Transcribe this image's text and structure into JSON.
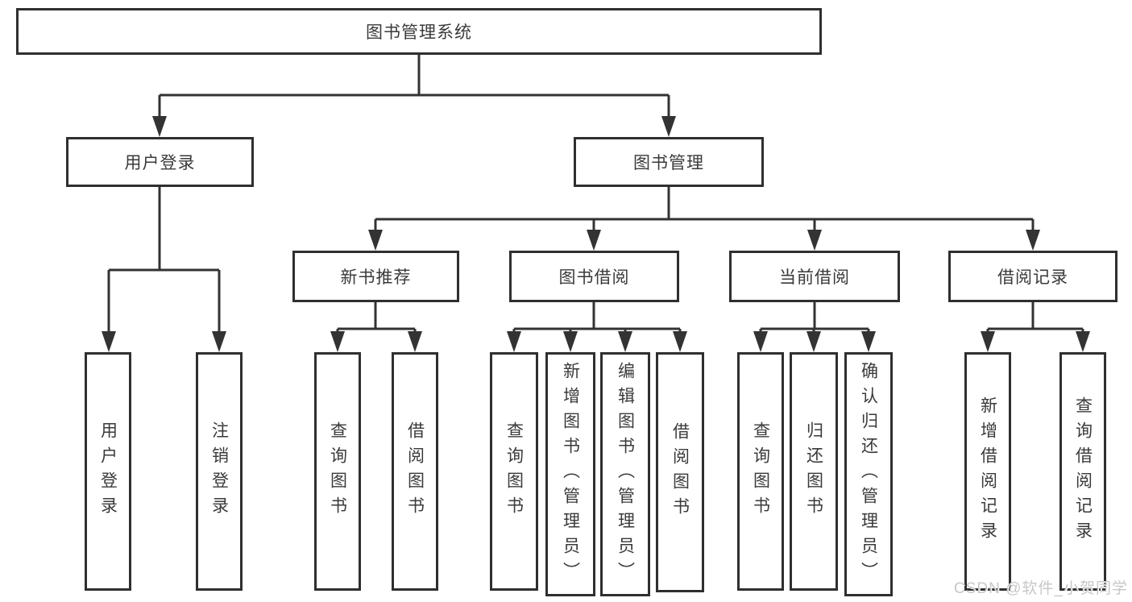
{
  "diagram": {
    "root": {
      "label": "图书管理系统"
    },
    "branches": [
      {
        "label": "用户登录",
        "children": [
          {
            "label": "用户登录"
          },
          {
            "label": "注销登录"
          }
        ]
      },
      {
        "label": "图书管理",
        "subbranches": [
          {
            "label": "新书推荐",
            "children": [
              {
                "label": "查询图书"
              },
              {
                "label": "借阅图书"
              }
            ]
          },
          {
            "label": "图书借阅",
            "children": [
              {
                "label": "查询图书"
              },
              {
                "label": "新增图书（管理员）"
              },
              {
                "label": "编辑图书（管理员）"
              },
              {
                "label": "借阅图书"
              }
            ]
          },
          {
            "label": "当前借阅",
            "children": [
              {
                "label": "查询图书"
              },
              {
                "label": "归还图书"
              },
              {
                "label": "确认归还（管理员）"
              }
            ]
          },
          {
            "label": "借阅记录",
            "children": [
              {
                "label": "新增借阅记录"
              },
              {
                "label": "查询借阅记录"
              }
            ]
          }
        ]
      }
    ],
    "watermark": "CSDN @软件_小贺同学",
    "colors": {
      "line": "#333333",
      "box_border": "#2f2f2f",
      "text": "#3a3a3a",
      "watermark_text": "#c7c7c7",
      "background": "#ffffff"
    }
  }
}
